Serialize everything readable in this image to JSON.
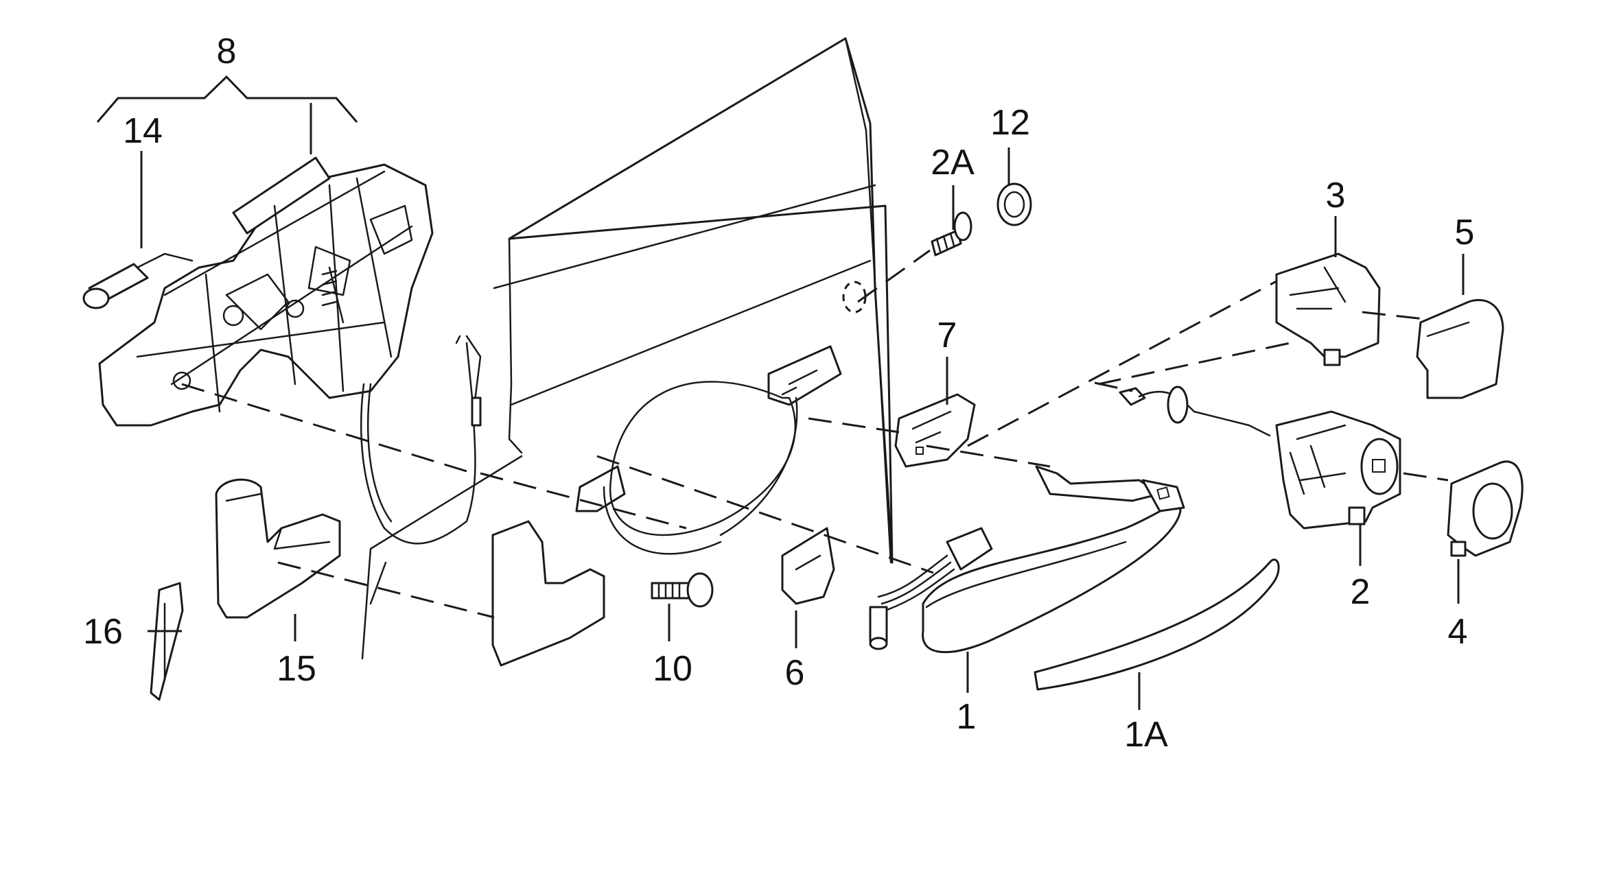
{
  "diagram": {
    "colors": {
      "line": "#1a1a1a",
      "background": "#ffffff"
    },
    "callouts": {
      "c8": "8",
      "c14": "14",
      "c12": "12",
      "c2A": "2A",
      "c3": "3",
      "c5": "5",
      "c7": "7",
      "c16": "16",
      "c15": "15",
      "c10": "10",
      "c6": "6",
      "c1": "1",
      "c1A": "1A",
      "c2": "2",
      "c4": "4"
    }
  }
}
